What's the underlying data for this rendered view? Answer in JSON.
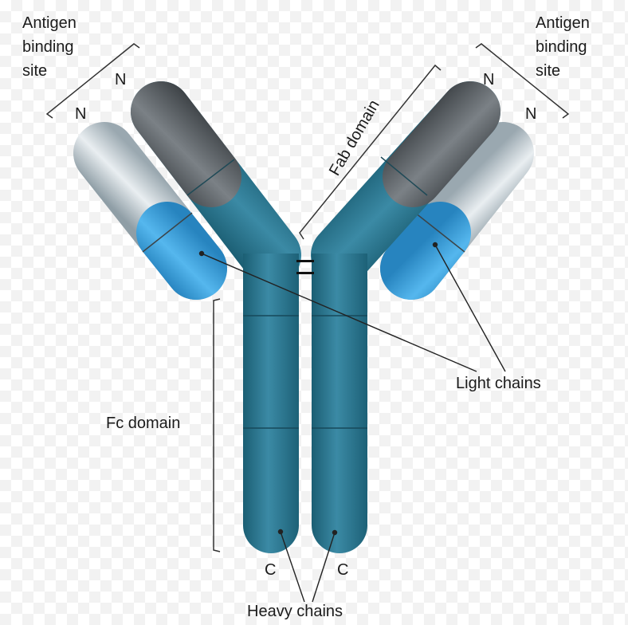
{
  "labels": {
    "antigen_binding_site_left": "Antigen\nbinding\nsite",
    "antigen_binding_site_right": "Antigen\nbinding\nsite",
    "fab_domain": "Fab domain",
    "fc_domain": "Fc domain",
    "light_chains": "Light chains",
    "heavy_chains": "Heavy chains",
    "n_terminus_heavy_left": "N",
    "n_terminus_light_left": "N",
    "n_terminus_heavy_right": "N",
    "n_terminus_light_right": "N",
    "c_terminus_left": "C",
    "c_terminus_right": "C"
  },
  "colors": {
    "heavy_chain": "#2f7e99",
    "heavy_chain_variable": "#4d5357",
    "light_chain_constant": "#3ea4de",
    "light_chain_variable": "#c9d3d9",
    "leader_line": "#222222"
  }
}
